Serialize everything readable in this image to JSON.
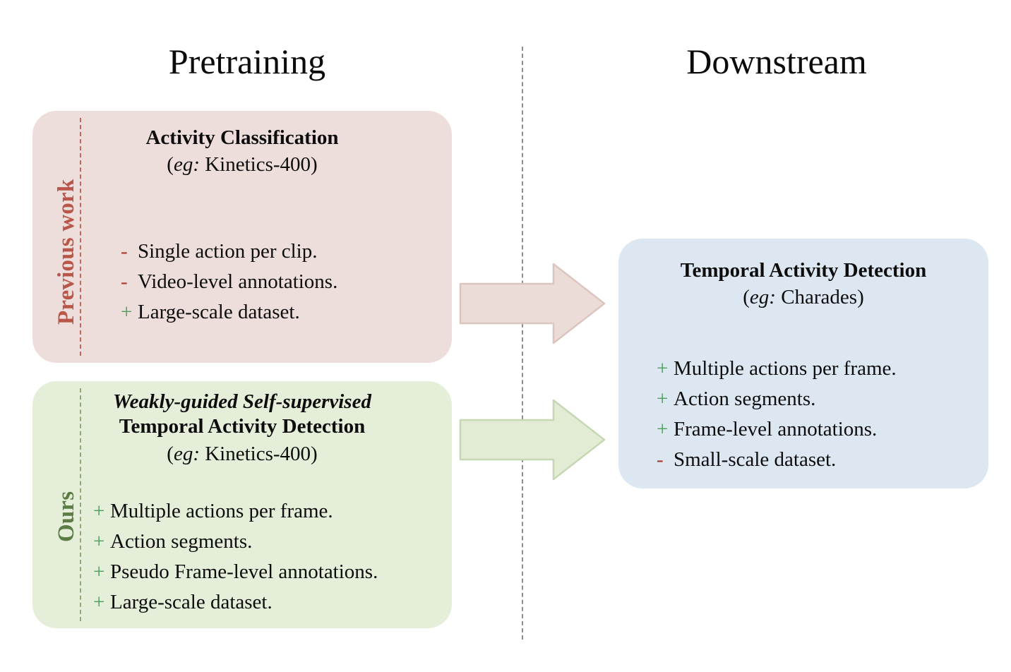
{
  "headers": {
    "left": "Pretraining",
    "right": "Downstream"
  },
  "colors": {
    "previous_panel_bg": "#eddedb",
    "previous_accent": "#b9564a",
    "ours_panel_bg": "#e4eed9",
    "ours_accent": "#5c7c44",
    "downstream_panel_bg": "#dde7f2",
    "plus_sign": "#4f9e5c",
    "minus_sign": "#a53a29",
    "divider": "#8d8d8d",
    "arrow_previous_fill": "#ecdcd7",
    "arrow_previous_stroke": "#ddc6c0",
    "arrow_ours_fill": "#e2ecd5",
    "arrow_ours_stroke": "#c8d9b5"
  },
  "panels": {
    "previous": {
      "side_label": "Previous work",
      "title": "Activity Classification",
      "subtitle_prefix": "(",
      "subtitle_em": "eg:",
      "subtitle_rest": " Kinetics-400)",
      "bullets": [
        {
          "sign": "-",
          "kind": "minus",
          "text": "Single action per clip."
        },
        {
          "sign": "-",
          "kind": "minus",
          "text": "Video-level annotations."
        },
        {
          "sign": "+",
          "kind": "plus",
          "text": "Large-scale dataset."
        }
      ]
    },
    "ours": {
      "side_label": "Ours",
      "title_italic": "Weakly-guided Self-supervised",
      "title_bold": "Temporal Activity Detection",
      "subtitle_prefix": "(",
      "subtitle_em": "eg:",
      "subtitle_rest": " Kinetics-400)",
      "bullets": [
        {
          "sign": "+",
          "kind": "plus",
          "text": "Multiple actions per frame."
        },
        {
          "sign": "+",
          "kind": "plus",
          "text": "Action segments."
        },
        {
          "sign": "+",
          "kind": "plus",
          "text": "Pseudo Frame-level annotations."
        },
        {
          "sign": "+",
          "kind": "plus",
          "text": "Large-scale dataset."
        }
      ]
    },
    "downstream": {
      "title": "Temporal Activity Detection",
      "subtitle_prefix": "(",
      "subtitle_em": "eg:",
      "subtitle_rest": " Charades)",
      "bullets": [
        {
          "sign": "+",
          "kind": "plus",
          "text": "Multiple actions per frame."
        },
        {
          "sign": "+",
          "kind": "plus",
          "text": "Action segments."
        },
        {
          "sign": "+",
          "kind": "plus",
          "text": "Frame-level annotations."
        },
        {
          "sign": "-",
          "kind": "minus",
          "text": "Small-scale dataset."
        }
      ]
    }
  },
  "arrows": {
    "previous_to_downstream": "arrow-right-icon",
    "ours_to_downstream": "arrow-right-icon"
  }
}
